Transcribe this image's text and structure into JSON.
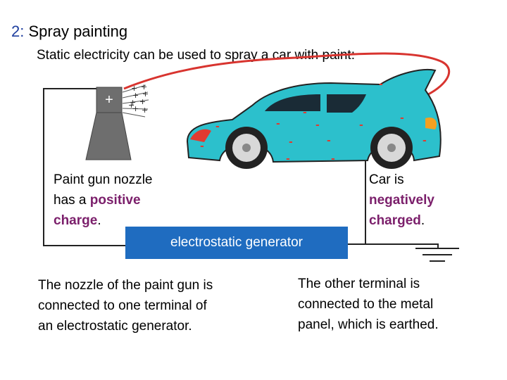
{
  "title": {
    "number": "2:",
    "text": "Spray painting"
  },
  "intro": "Static electricity can be used to spray a car with paint:",
  "nozzle_sign": "+",
  "nozzle_label": {
    "line1": "Paint gun nozzle",
    "line2_prefix": "has a ",
    "line2_bold": "positive",
    "line3_bold": "charge",
    "line3_suffix": "."
  },
  "car_label": {
    "line1": "Car is",
    "line2_bold": "negatively",
    "line3_bold": "charged",
    "line3_suffix": "."
  },
  "generator_label": "electrostatic generator",
  "caption_left": {
    "line1": "The nozzle of the paint gun is",
    "line2": "connected to one terminal of",
    "line3": "an electrostatic generator."
  },
  "caption_right": {
    "line1": "The other terminal is",
    "line2": "connected to the metal",
    "line3": "panel, which is earthed."
  },
  "colors": {
    "wire": "#d8342f",
    "car_body": "#2cc0cc",
    "generator": "#1f6cc0",
    "emphasis": "#7b1f6b",
    "title_number": "#1f3f9f",
    "nozzle": "#6b6b6b"
  }
}
